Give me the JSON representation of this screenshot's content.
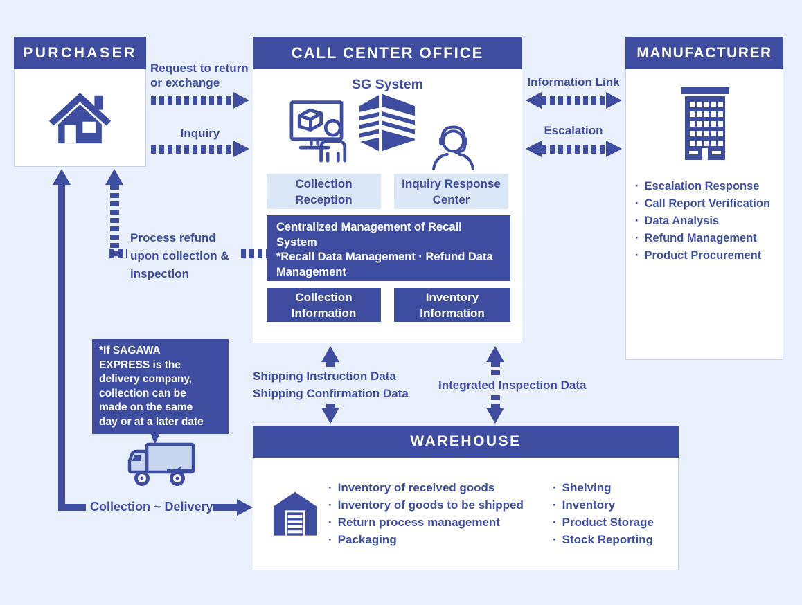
{
  "colors": {
    "accent": "#3e4d9f",
    "background": "#e9effb",
    "panel_light": "#d9e7f7",
    "white": "#ffffff"
  },
  "purchaser": {
    "title": "PURCHASER"
  },
  "call_center": {
    "title": "CALL CENTER OFFICE",
    "system_label": "SG System",
    "collection_reception": "Collection Reception",
    "inquiry_response_center": "Inquiry Response Center",
    "recall_line1": "Centralized Management of Recall System",
    "recall_line2": "*Recall Data Management · Refund Data Management",
    "collection_information": "Collection Information",
    "inventory_information": "Inventory Information"
  },
  "manufacturer": {
    "title": "MANUFACTURER",
    "items": [
      "Escalation Response",
      "Call Report Verification",
      "Data Analysis",
      "Refund Management",
      "Product Procurement"
    ]
  },
  "warehouse": {
    "title": "WAREHOUSE",
    "items_left": [
      "Inventory of received goods",
      "Inventory of goods to be shipped",
      "Return process management",
      "Packaging"
    ],
    "items_right": [
      "Shelving",
      "Inventory",
      "Product Storage",
      "Stock Reporting"
    ]
  },
  "flows": {
    "request_return": "Request to return or exchange",
    "inquiry": "Inquiry",
    "information_link": "Information Link",
    "escalation": "Escalation",
    "process_refund": "Process refund upon collection & inspection",
    "shipping_instruction": "Shipping Instruction Data",
    "shipping_confirmation": "Shipping Confirmation Data",
    "integrated_inspection": "Integrated Inspection Data",
    "collection_delivery": "Collection ~ Delivery"
  },
  "note": {
    "text": "*If SAGAWA\nEXPRESS is the\ndelivery company,\ncollection can be\nmade on the same\nday or at a later date"
  },
  "icons": {
    "purchaser": "house-icon",
    "call_center_reception": "monitor-person-icon",
    "call_center_system": "sg-building-icon",
    "call_center_inquiry": "headset-person-icon",
    "manufacturer": "office-building-icon",
    "warehouse": "warehouse-icon",
    "delivery": "truck-icon"
  }
}
